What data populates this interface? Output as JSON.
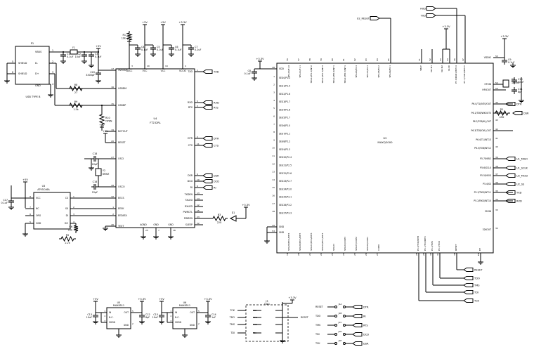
{
  "diagram": {
    "usb": {
      "ref": "P1",
      "type": "USB TYPE B",
      "pins": [
        {
          "label": "VBUS",
          "num": "1"
        },
        {
          "label": "D-",
          "num": "2"
        },
        {
          "label": "D+",
          "num": "3"
        },
        {
          "label": "GND",
          "num": "4"
        },
        {
          "label": "SHIELD",
          "num": "5"
        },
        {
          "label": "SHIELD",
          "num": "6"
        }
      ]
    },
    "ft232": {
      "ref": "U4",
      "part": "FT232RL",
      "left_pins": [
        {
          "label": "3V3OUT",
          "num": "17"
        },
        {
          "label": "USBDM",
          "num": "16"
        },
        {
          "label": "USBDP",
          "num": "15"
        },
        {
          "label": "NCTOUT",
          "num": "19"
        },
        {
          "label": "RESET",
          "num": "20"
        },
        {
          "label": "OSCI",
          "num": "27"
        },
        {
          "label": "OSCO",
          "num": "28"
        },
        {
          "label": "EECS",
          "num": "32"
        },
        {
          "label": "EESK",
          "num": "1"
        },
        {
          "label": "EEDATA",
          "num": "2"
        },
        {
          "label": "TEST",
          "num": "26"
        }
      ],
      "right_pins": [
        {
          "label": "TXD",
          "num": "1"
        },
        {
          "label": "RXD",
          "num": "5"
        },
        {
          "label": "RTS",
          "num": "3"
        },
        {
          "label": "DTR",
          "num": "2"
        },
        {
          "label": "CTS",
          "num": "11"
        },
        {
          "label": "DSR",
          "num": "9"
        },
        {
          "label": "DCD",
          "num": "10"
        },
        {
          "label": "RI",
          "num": "6"
        },
        {
          "label": "TXDEN",
          "num": "13"
        },
        {
          "label": "TXLED",
          "num": "14"
        },
        {
          "label": "RXLED",
          "num": "12"
        },
        {
          "label": "PWRCTL",
          "num": "15"
        },
        {
          "label": "PWREN",
          "num": "23"
        },
        {
          "label": "SLEEP",
          "num": "22"
        }
      ],
      "top_pins": [
        {
          "label": "AVCC",
          "num": "3"
        },
        {
          "label": "VCC",
          "num": "20"
        },
        {
          "label": "VCC",
          "num": "19"
        },
        {
          "label": "VCCIO",
          "num": "4"
        }
      ],
      "bottom_pins": [
        {
          "label": "AGND",
          "num": "25"
        },
        {
          "label": "GND",
          "num": "7"
        },
        {
          "label": "GND",
          "num": "18"
        }
      ]
    },
    "eeprom": {
      "ref": "U3",
      "part": "AT93C46A",
      "pins": [
        {
          "label": "VCC",
          "num": "8"
        },
        {
          "label": "CS",
          "num": "1"
        },
        {
          "label": "SK",
          "num": "2"
        },
        {
          "label": "NC",
          "num": "7"
        },
        {
          "label": "DI",
          "num": "3"
        },
        {
          "label": "ORG",
          "num": "6"
        },
        {
          "label": "GND",
          "num": "5"
        },
        {
          "label": "DO",
          "num": "4"
        }
      ]
    },
    "mcu": {
      "ref": "U2",
      "part": "MAXQ2000",
      "left_pins": [
        {
          "label": "VDD",
          "num": "48"
        },
        {
          "label": "SEG0/P1.2",
          "num": "1"
        },
        {
          "label": "SEG1/P1.4",
          "num": "2"
        },
        {
          "label": "SEG2/P1.6",
          "num": "3"
        },
        {
          "label": "SEG3/P1.7",
          "num": "4"
        },
        {
          "label": "SEG4/P1.8",
          "num": "5"
        },
        {
          "label": "SEG5/P1.7",
          "num": "6"
        },
        {
          "label": "SEG6/P2.0",
          "num": "7"
        },
        {
          "label": "SEG7/P2.1",
          "num": "8"
        },
        {
          "label": "SEG8/P2.2",
          "num": "9"
        },
        {
          "label": "SEG9/P2.3",
          "num": "10"
        },
        {
          "label": "SEG20/P2.4",
          "num": "11"
        },
        {
          "label": "SEG21/P2.5",
          "num": "12"
        },
        {
          "label": "SEG22/P2.6",
          "num": "13"
        },
        {
          "label": "SEG23/P2.7",
          "num": "14"
        },
        {
          "label": "SEG24/P3.0",
          "num": "15"
        },
        {
          "label": "SEG25/P3.1",
          "num": "16"
        },
        {
          "label": "SEG26/P3.2",
          "num": "17"
        },
        {
          "label": "SEG27/P3.3",
          "num": "18"
        },
        {
          "label": "GND",
          "num": "49"
        },
        {
          "label": "GND",
          "num": "53"
        }
      ],
      "right_pins": [
        {
          "label": "VDDIO",
          "num": "55"
        },
        {
          "label": "HFXIN",
          "num": "52"
        },
        {
          "label": "HFXOUT",
          "num": "50"
        },
        {
          "label": "P6.0/T1/INT0/OUT",
          "num": "45"
        },
        {
          "label": "P6.1/T0B/WKOUT0",
          "num": "44"
        },
        {
          "label": "P6.2/T0B/IN_OUT",
          "num": "43"
        },
        {
          "label": "P6.3/T2B/OW_OUT",
          "num": "42"
        },
        {
          "label": "P6.4/T1/INT13",
          "num": "41"
        },
        {
          "label": "P6.5/T0B/INT12",
          "num": "40"
        },
        {
          "label": "P5.7/MISO",
          "num": "39"
        },
        {
          "label": "P5.6/SCLK",
          "num": "38"
        },
        {
          "label": "P5.5/MOSI",
          "num": "37"
        },
        {
          "label": "P5.4/SS",
          "num": "36"
        },
        {
          "label": "P5.3/TXD/INT11",
          "num": "35"
        },
        {
          "label": "P5.2/RXD/INT10",
          "num": "34"
        },
        {
          "label": "32KIN",
          "num": "33"
        },
        {
          "label": "32KOUT",
          "num": "32"
        }
      ],
      "top_pins": [
        {
          "label": "SEG10/P1.0",
          "num": "56"
        },
        {
          "label": "SEG11/P1.1",
          "num": "57"
        },
        {
          "label": "SEG12/P1.2/INT2",
          "num": "58"
        },
        {
          "label": "SEG13/P1.3/INT3",
          "num": "59"
        },
        {
          "label": "SEG14/P0.6/INT1",
          "num": "60"
        },
        {
          "label": "SEG15/P0.5/INT1",
          "num": "61"
        },
        {
          "label": "SEG16/P0.4",
          "num": "62"
        },
        {
          "label": "SEG17/P0.3",
          "num": "63"
        },
        {
          "label": "SEG18/P0.2",
          "num": "64"
        },
        {
          "label": "SEG19/P0.1",
          "num": "65"
        },
        {
          "label": "VBAT",
          "num": "51"
        },
        {
          "label": "VLCD1",
          "num": "52"
        },
        {
          "label": "VLCD2",
          "num": "53"
        },
        {
          "label": "VLCD",
          "num": "54"
        },
        {
          "label": "P7.0/RXD1/INT14",
          "num": "46"
        },
        {
          "label": "P7.1/TXD1/INT15",
          "num": "47"
        }
      ],
      "bottom_pins": [
        {
          "label": "SEG29/P0.4/INT4",
          "num": "19"
        },
        {
          "label": "SEG30/P0.5/INT5",
          "num": "20"
        },
        {
          "label": "SEG31/P0.6/INT6",
          "num": "21"
        },
        {
          "label": "SEG32/P0.7/INT7",
          "num": "22"
        },
        {
          "label": "SEG33",
          "num": "23"
        },
        {
          "label": "SEG34/COM3",
          "num": "24"
        },
        {
          "label": "SEG35/COM2",
          "num": "25"
        },
        {
          "label": "SEG36/COM1",
          "num": "26"
        },
        {
          "label": "COM0",
          "num": "27"
        },
        {
          "label": "P4.0/TCK/INT8",
          "num": "28"
        },
        {
          "label": "P4.1/TDI/INT9",
          "num": "29"
        },
        {
          "label": "P4.2/TMS",
          "num": "30"
        },
        {
          "label": "P4.3/TDO",
          "num": "31"
        },
        {
          "label": "RESET",
          "num": "38"
        },
        {
          "label": "EP",
          "num": "EP"
        }
      ]
    },
    "reg_a": {
      "ref": "U5",
      "part": "MAX8511",
      "pins": [
        {
          "label": "IN",
          "num": "1"
        },
        {
          "label": "N.C.",
          "num": "4"
        },
        {
          "label": "SHDN",
          "num": "3"
        },
        {
          "label": "OUT",
          "num": "5"
        },
        {
          "label": "GND",
          "num": "2"
        }
      ]
    },
    "reg_b": {
      "ref": "U6",
      "part": "MAX8511",
      "pins": [
        {
          "label": "IN",
          "num": "1"
        },
        {
          "label": "N.C.",
          "num": "4"
        },
        {
          "label": "SHDN",
          "num": "3"
        },
        {
          "label": "OUT",
          "num": "5"
        },
        {
          "label": "GND",
          "num": "2"
        }
      ]
    },
    "jtag": {
      "ref": "J3",
      "label": "JTAG",
      "signals": [
        "TCK",
        "TDO",
        "TMS",
        "TDI"
      ],
      "reset": "RESET"
    },
    "jumpers": [
      {
        "ref": "J1A",
        "left": "RESET",
        "right": "DTR"
      },
      {
        "ref": "J1B",
        "left": "TDO",
        "right": "RI"
      },
      {
        "ref": "J1C",
        "left": "TMS",
        "right": "RTS"
      },
      {
        "ref": "J1D",
        "left": "TDI",
        "right": "DCD"
      },
      {
        "ref": "J1E",
        "left": "TCK",
        "right": "DSR"
      }
    ],
    "crystals": [
      {
        "ref": "Y1",
        "value": "16MHZ"
      },
      {
        "ref": "Y2",
        "value": "6MHZ"
      }
    ],
    "components": [
      {
        "ref": "F1",
        "value": "FB1"
      },
      {
        "ref": "C1",
        "value": "0.1uF"
      },
      {
        "ref": "C2",
        "value": "10uF"
      },
      {
        "ref": "C3",
        "value": "0.1uF"
      },
      {
        "ref": "C4",
        "value": "0.1uF"
      },
      {
        "ref": "C5",
        "value": "0.1uF"
      },
      {
        "ref": "C6",
        "value": "0.1uF"
      },
      {
        "ref": "C7",
        "value": "0.1uF"
      },
      {
        "ref": "C8",
        "value": "0.1uF"
      },
      {
        "ref": "C9",
        "value": "0.1uF"
      },
      {
        "ref": "C10",
        "value": "22pF"
      },
      {
        "ref": "C11",
        "value": "8pF"
      },
      {
        "ref": "C12",
        "value": "8pF"
      },
      {
        "ref": "C13",
        "value": "10uF"
      },
      {
        "ref": "C14",
        "value": "1uF"
      },
      {
        "ref": "C15",
        "value": "10uF"
      },
      {
        "ref": "C16",
        "value": "1uF"
      },
      {
        "ref": "C17",
        "value": "0.1uF"
      },
      {
        "ref": "C18",
        "value": "22pF"
      },
      {
        "ref": "C20",
        "value": "3300pF"
      },
      {
        "ref": "R1",
        "value": "10k"
      },
      {
        "ref": "R2",
        "value": "10k"
      },
      {
        "ref": "R3",
        "value": "220"
      },
      {
        "ref": "R5",
        "value": "2.2k"
      },
      {
        "ref": "R6",
        "value": "10k"
      },
      {
        "ref": "R7",
        "value": "27"
      },
      {
        "ref": "R8",
        "value": "27"
      },
      {
        "ref": "R9",
        "value": "1.5k"
      },
      {
        "ref": "R10",
        "value": "OPEN"
      },
      {
        "ref": "D1",
        "value": "LED"
      }
    ],
    "rails": [
      "+5V",
      "+3.3V"
    ],
    "net_labels": {
      "u2_reset": "U2_RESET",
      "u1": "U1_MISO",
      "u2": "U1_SCLK",
      "u3": "U2_MOSI",
      "u4": "U2_SS"
    }
  }
}
